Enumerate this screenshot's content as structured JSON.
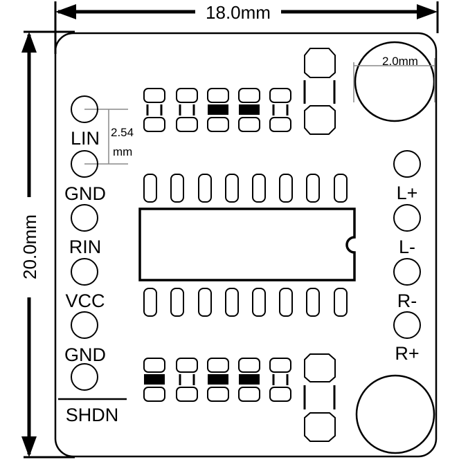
{
  "board": {
    "width_label": "18.0mm",
    "height_label": "20.0mm",
    "hole_label": "2.0mm",
    "pitch_label_1": "2.54",
    "pitch_label_2": "mm"
  },
  "pins_left": [
    "LIN",
    "GND",
    "RIN",
    "VCC",
    "GND",
    "SHDN"
  ],
  "pins_right": [
    "L+",
    "L-",
    "R-",
    "R+"
  ],
  "colors": {
    "stroke": "#000000",
    "background": "#ffffff",
    "guide": "#888888"
  }
}
